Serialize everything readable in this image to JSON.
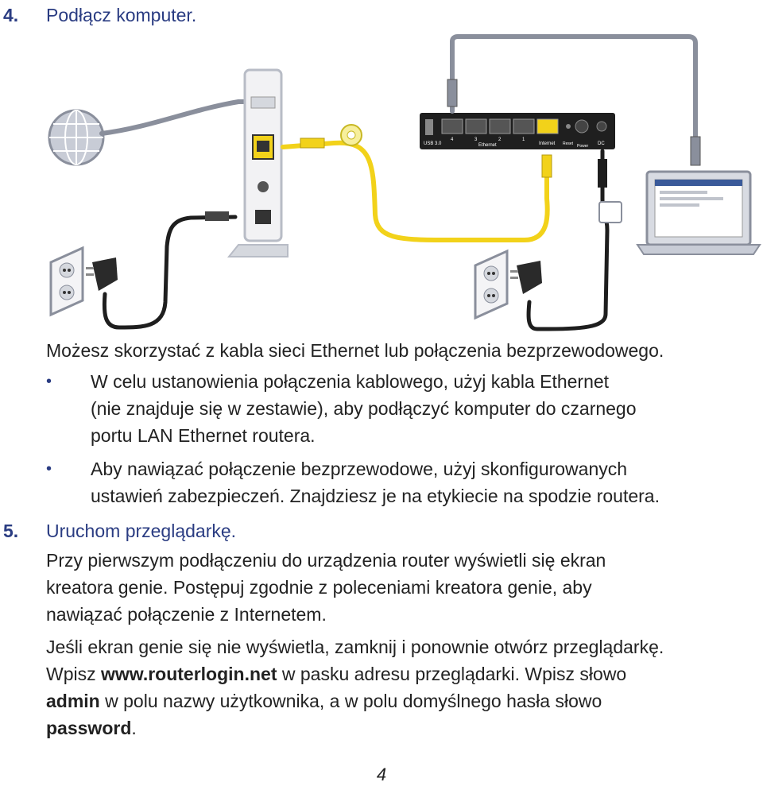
{
  "step4": {
    "number": "4.",
    "title": "Podłącz komputer."
  },
  "diagram": {
    "router_port_labels": [
      "4",
      "3",
      "2",
      "1"
    ],
    "router_usb_label": "USB 3.0",
    "router_ethernet_label": "Ethernet",
    "router_internet_label": "Internet",
    "router_reset_label": "Reset",
    "router_power_label": "Power",
    "router_dc_label": "DC",
    "icons": [
      "globe-icon",
      "modem",
      "router",
      "laptop",
      "wall-outlet",
      "power-adapter"
    ]
  },
  "intro": "Możesz skorzystać z kabla sieci Ethernet lub połączenia bezprzewodowego.",
  "bullets": [
    {
      "lines": [
        "W celu ustanowienia połączenia kablowego, użyj kabla Ethernet",
        "(nie znajduje się w zestawie), aby podłączyć komputer do czarnego",
        "portu LAN Ethernet routera."
      ]
    },
    {
      "lines": [
        "Aby nawiązać połączenie bezprzewodowe, użyj skonfigurowanych",
        "ustawień zabezpieczeń. Znajdziesz je na etykiecie na spodzie routera."
      ]
    }
  ],
  "bullet_symbol": "•",
  "step5": {
    "number": "5.",
    "title": "Uruchom przeglądarkę."
  },
  "para1": [
    "Przy pierwszym podłączeniu do urządzenia router wyświetli się ekran",
    "kreatora genie. Postępuj zgodnie z poleceniami kreatora genie, aby",
    "nawiązać połączenie z Internetem."
  ],
  "para2": {
    "line1": "Jeśli ekran genie się nie wyświetla, zamknij i ponownie otwórz przeglądarkę.",
    "line2_prefix": "Wpisz ",
    "line2_bold": "www.routerlogin.net",
    "line2_suffix": " w pasku adresu przeglądarki. Wpisz słowo",
    "line3_bold": "admin",
    "line3_suffix": " w polu nazwy użytkownika, a w polu domyślnego hasła słowo",
    "line4_bold": "password",
    "line4_suffix": "."
  },
  "page_number": "4",
  "colors": {
    "heading": "#2a3c82",
    "yellow_cable": "#f2d21a",
    "gray_cable": "#8a8f9c",
    "black_cable": "#1e1e1e"
  }
}
